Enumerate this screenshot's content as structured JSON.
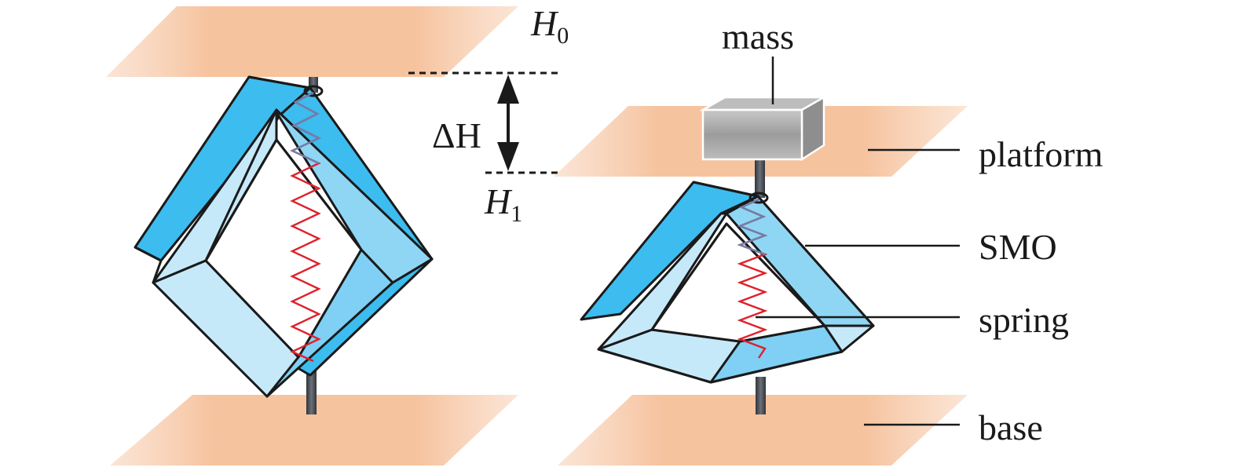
{
  "labels": {
    "h0_main": "H",
    "h0_sub": "0",
    "h1_main": "H",
    "h1_sub": "1",
    "delta_h": "ΔH",
    "mass": "mass",
    "platform": "platform",
    "smo": "SMO",
    "spring": "spring",
    "base": "base"
  },
  "colors": {
    "plate": "#f7c8a8",
    "smo_dark": "#35b8ee",
    "smo_mid": "#7fd0f4",
    "smo_light": "#c6e9fa",
    "spring": "#e0202a",
    "rod": "#4a4f57",
    "mass": "#a6a6a6",
    "outline": "#1a1a1a"
  }
}
